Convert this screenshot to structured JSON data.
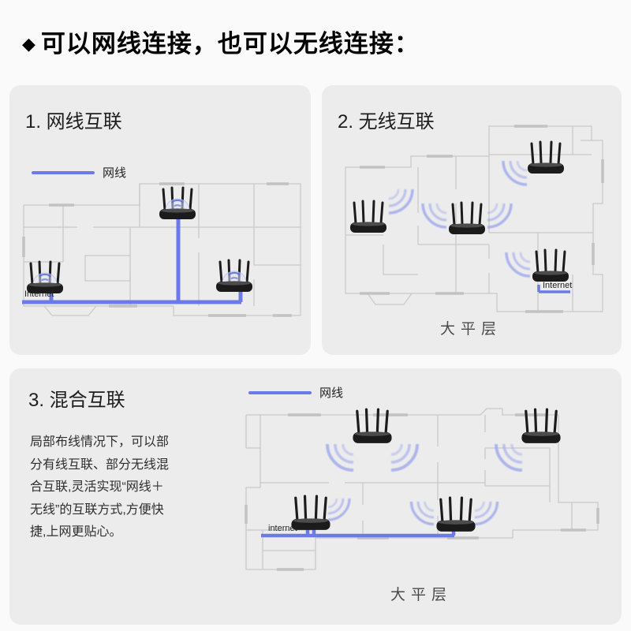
{
  "header": {
    "bullet": "◆",
    "title": "可以网线连接，也可以无线连接："
  },
  "colors": {
    "page_bg": "#fafafa",
    "panel_bg": "#ececec",
    "cable_blue": "#6c7ae9",
    "wifi_blue": "#98a3ec",
    "wall_gray": "#c9c9c9",
    "caption_gray": "#4a4a4a"
  },
  "panel1": {
    "title": "1. 网线互联",
    "legend_label": "网线",
    "internet_label": "Internet"
  },
  "panel2": {
    "title": "2. 无线互联",
    "internet_label": "Internet",
    "caption": "大平层"
  },
  "panel3": {
    "title": "3. 混合互联",
    "legend_label": "网线",
    "internet_label": "internet",
    "caption": "大平层",
    "description_lines": [
      "局部布线情况下，可以部",
      "分有线互联、部分无线混",
      "合互联,灵活实现“网线＋",
      "无线”的互联方式,方便快",
      "捷,上网更贴心。"
    ]
  }
}
